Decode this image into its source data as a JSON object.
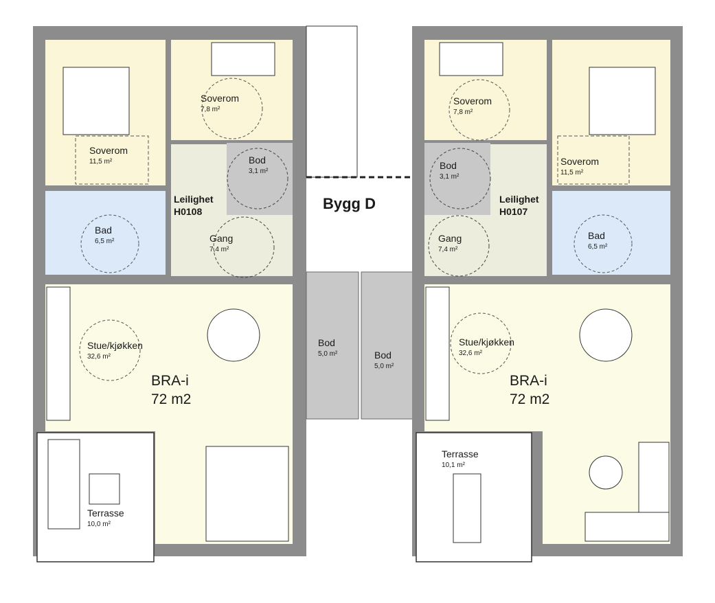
{
  "building": {
    "title": "Bygg D"
  },
  "units": [
    {
      "unit_label_1": "Leilighet",
      "unit_label_2": "H0108",
      "bra_label": "BRA-i",
      "bra_value": "72 m2",
      "rooms": {
        "soverom_large": {
          "name": "Soverom",
          "area": "11,5 m²"
        },
        "soverom_small": {
          "name": "Soverom",
          "area": "7,8 m²"
        },
        "bod": {
          "name": "Bod",
          "area": "3,1 m²"
        },
        "bad": {
          "name": "Bad",
          "area": "6,5 m²"
        },
        "gang": {
          "name": "Gang",
          "area": "7,4 m²"
        },
        "stue": {
          "name": "Stue/kjøkken",
          "area": "32,6 m²"
        },
        "terrasse": {
          "name": "Terrasse",
          "area": "10,0 m²"
        }
      }
    },
    {
      "unit_label_1": "Leilighet",
      "unit_label_2": "H0107",
      "bra_label": "BRA-i",
      "bra_value": "72 m2",
      "rooms": {
        "soverom_small": {
          "name": "Soverom",
          "area": "7,8 m²"
        },
        "soverom_large": {
          "name": "Soverom",
          "area": "11,5 m²"
        },
        "bod": {
          "name": "Bod",
          "area": "3,1 m²"
        },
        "bad": {
          "name": "Bad",
          "area": "6,5 m²"
        },
        "gang": {
          "name": "Gang",
          "area": "7,4 m²"
        },
        "stue": {
          "name": "Stue/kjøkken",
          "area": "32,6 m²"
        },
        "terrasse": {
          "name": "Terrasse",
          "area": "10,1 m²"
        }
      }
    }
  ],
  "shared": {
    "bod_left": {
      "name": "Bod",
      "area": "5,0 m²"
    },
    "bod_right": {
      "name": "Bod",
      "area": "5,0 m²"
    }
  },
  "colors": {
    "wall": "#8c8c8c",
    "bedroom": "#fbf6d8",
    "living": "#fbfbe6",
    "hall": "#ededdd",
    "bath": "#dbe9f8",
    "storage": "#c8c8c8",
    "terrace": "#ffffff"
  }
}
